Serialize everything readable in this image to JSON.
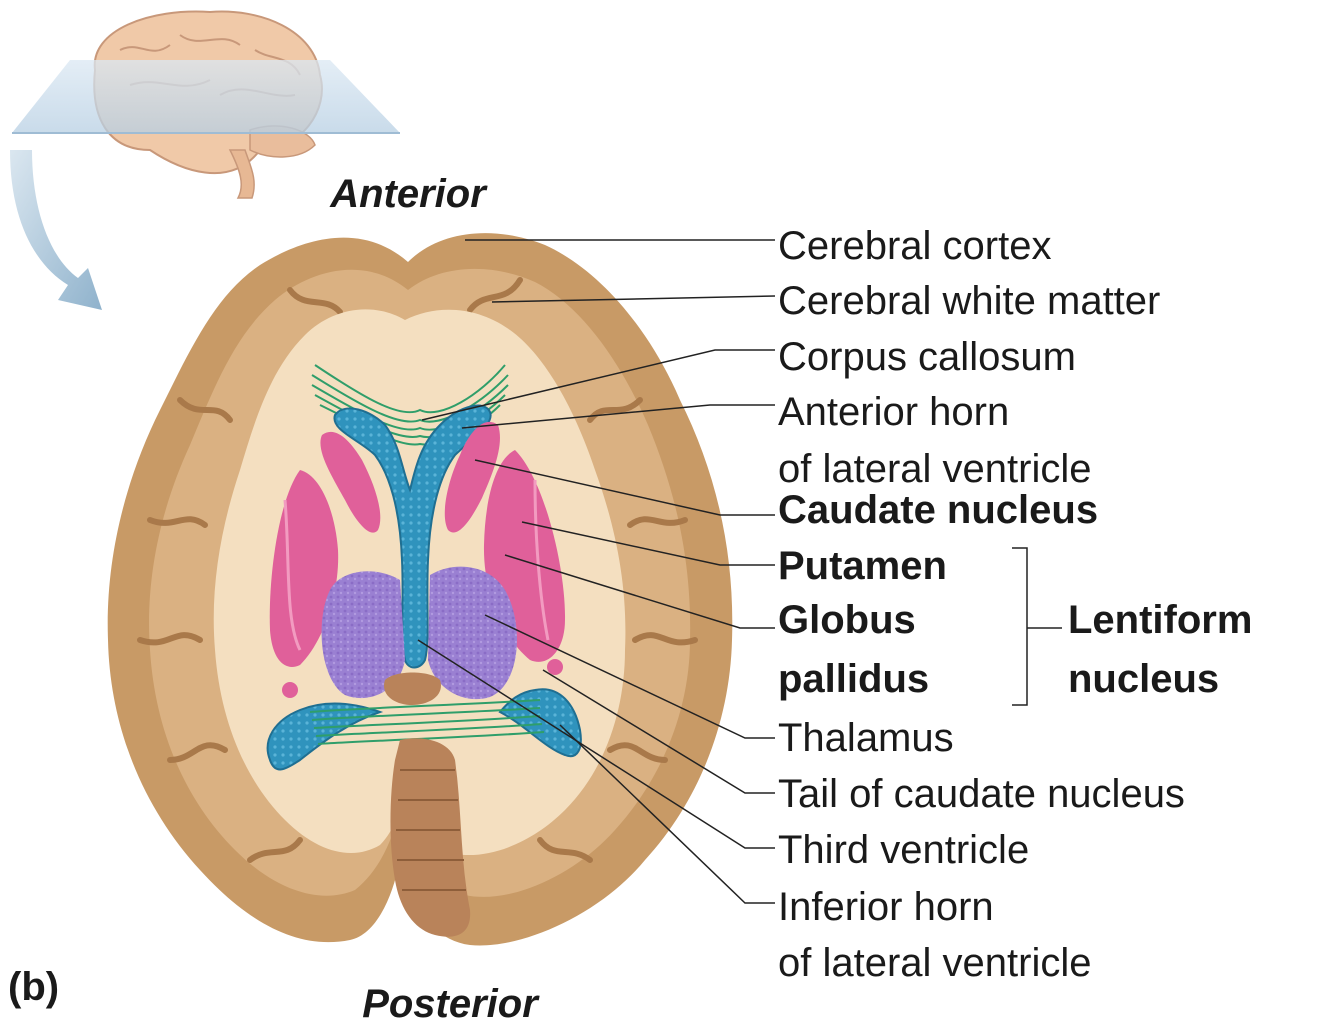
{
  "figure": {
    "panel_label": "(b)",
    "orientation": {
      "top": "Anterior",
      "bottom": "Posterior"
    }
  },
  "labels": {
    "cerebral_cortex": "Cerebral cortex",
    "cerebral_white_matter": "Cerebral white matter",
    "corpus_callosum": "Corpus callosum",
    "anterior_horn_line1": "Anterior horn",
    "anterior_horn_line2": "of lateral ventricle",
    "caudate_nucleus": "Caudate nucleus",
    "putamen": "Putamen",
    "globus_pallidus_line1": "Globus",
    "globus_pallidus_line2": "pallidus",
    "lentiform_line1": "Lentiform",
    "lentiform_line2": "nucleus",
    "thalamus": "Thalamus",
    "tail_caudate": "Tail of caudate nucleus",
    "third_ventricle": "Third ventricle",
    "inferior_horn_line1": "Inferior horn",
    "inferior_horn_line2": "of lateral ventricle"
  },
  "colors": {
    "cortex": "#c89a66",
    "white_matter": "#f4dfc0",
    "ventricle": "#2e8fb8",
    "basal_nuclei": "#e0609a",
    "thalamus": "#9b7fd0",
    "fiber": "#2f9e6a",
    "brainstem": "#b9835a",
    "plane": "#c9dcec"
  }
}
